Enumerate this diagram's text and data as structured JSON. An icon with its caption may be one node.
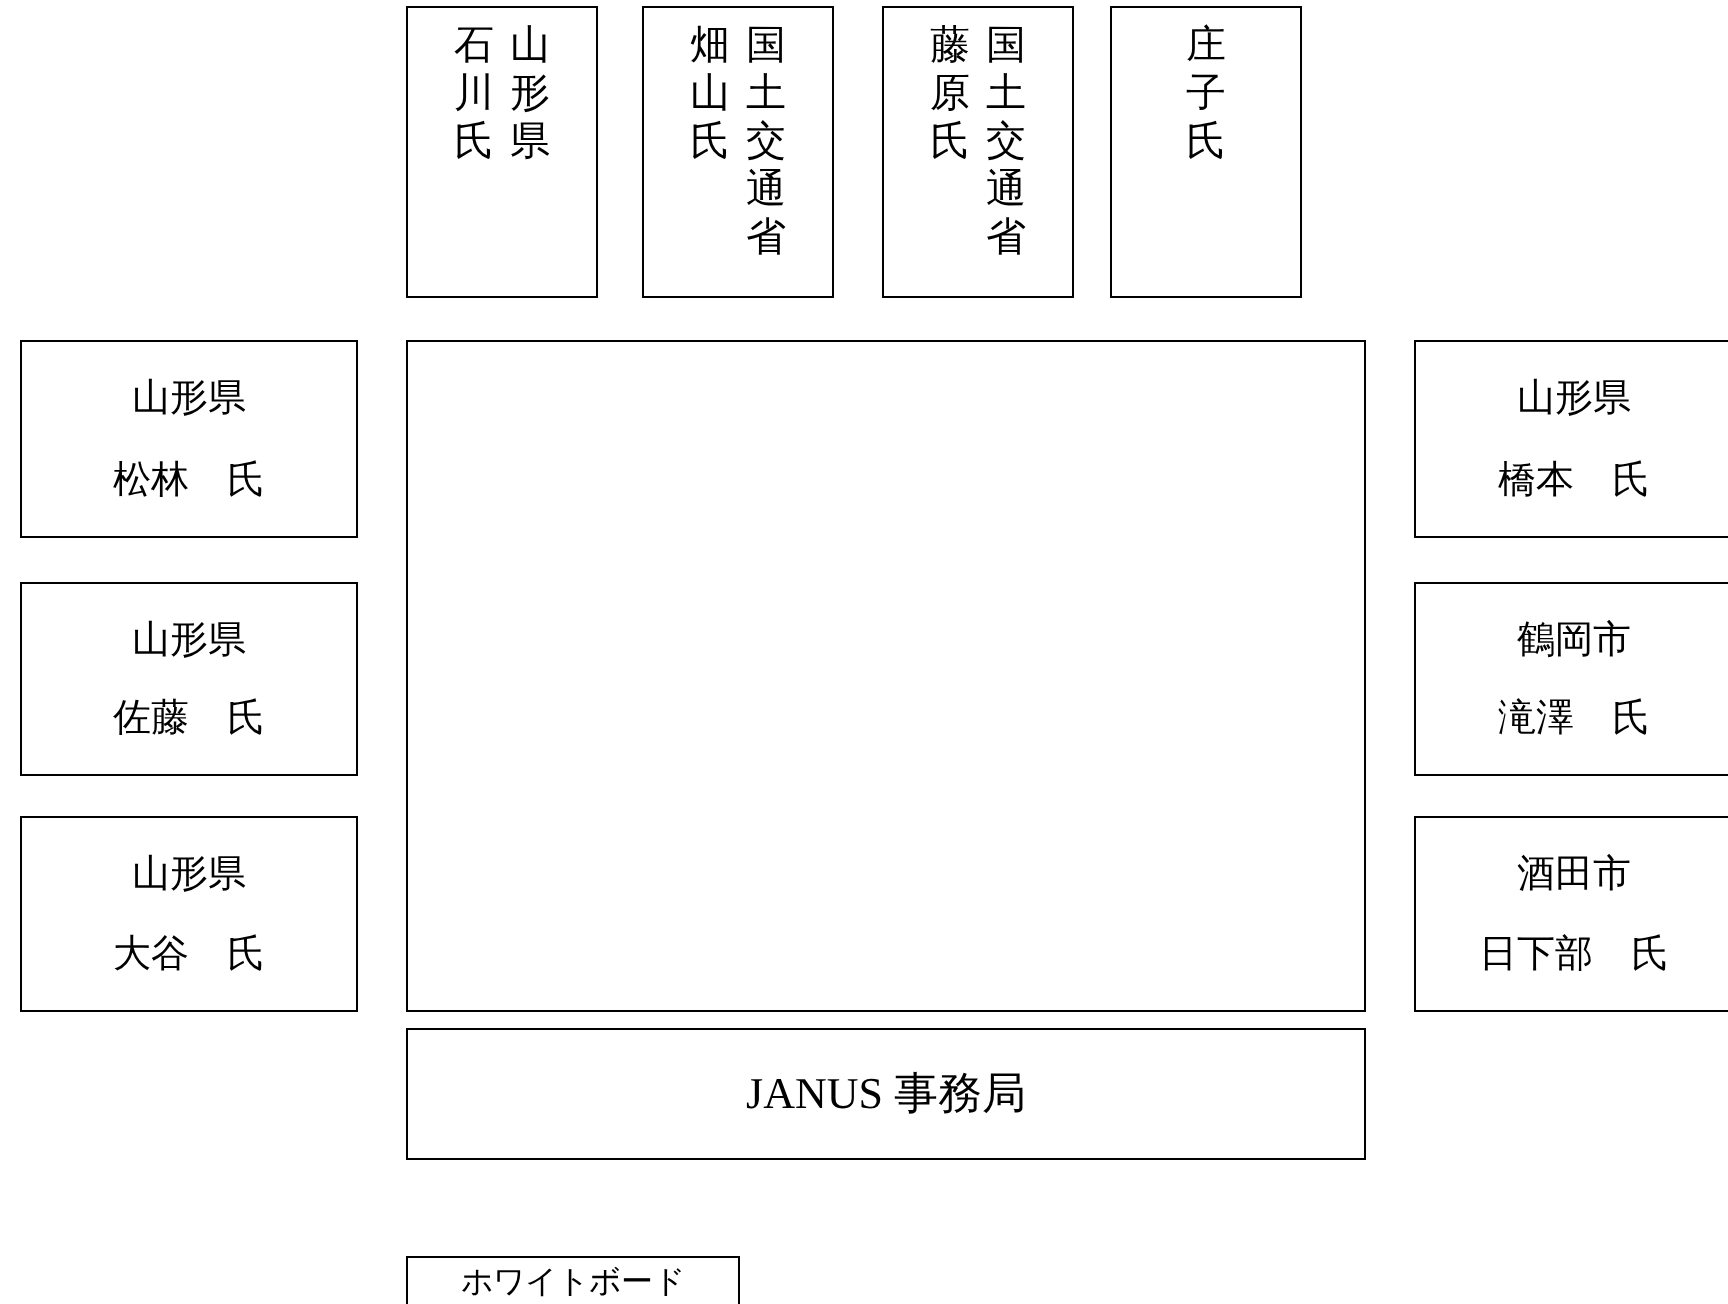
{
  "diagram": {
    "nodes": [
      {
        "text": [
          "石川氏",
          "山形県"
        ]
      },
      {
        "text": [
          "畑山氏",
          "国土交通省"
        ]
      },
      {
        "text": [
          "藤原氏",
          "国土交通省"
        ]
      },
      {
        "text": [
          "庄子氏"
        ]
      },
      {
        "text": [
          "山形県",
          "松林　氏"
        ]
      },
      {
        "text": [],
        "shape": "box"
      },
      {
        "text": [
          "山形県",
          "橋本　氏"
        ]
      },
      {
        "text": [
          "山形県",
          "佐藤　氏"
        ]
      },
      {
        "text": [
          "鶴岡市",
          "滝澤　氏"
        ]
      },
      {
        "text": [
          "山形県",
          "大谷　氏"
        ]
      },
      {
        "text": [
          "酒田市",
          "日下部　氏"
        ]
      },
      {
        "text": [
          "JANUS 事務局"
        ]
      },
      {
        "text": [
          "ホワイトボード"
        ]
      }
    ]
  }
}
